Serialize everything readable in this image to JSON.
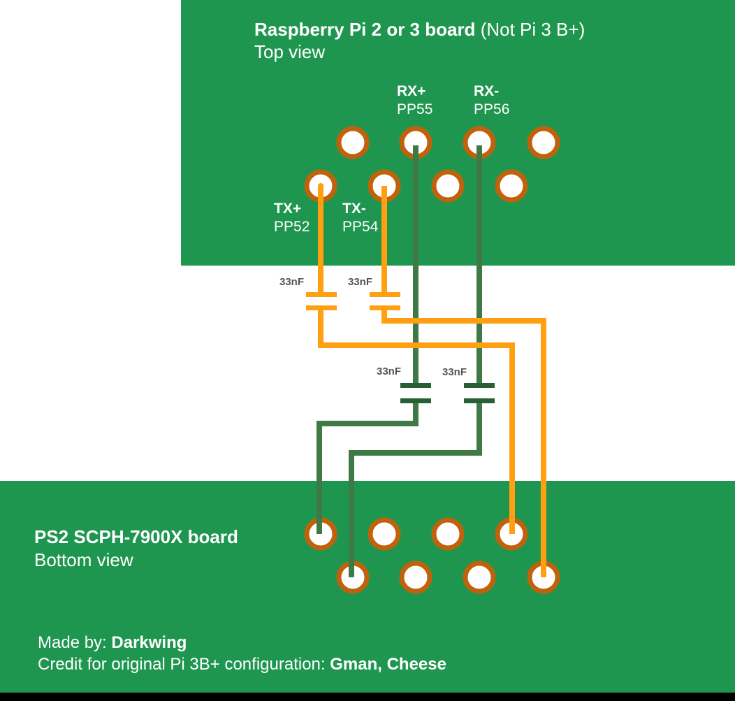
{
  "colors": {
    "board_green": "#1f9650",
    "pad_ring": "#c0620c",
    "pad_center": "#ffffff",
    "tx_wire": "#ff9f12",
    "rx_wire": "#3f7a46",
    "capacitor_tx": "#ff9f12",
    "capacitor_rx": "#2a5e33",
    "bottom_bar": "#000000",
    "cap_label": "#555555"
  },
  "pi_board": {
    "title_bold": "Raspberry Pi 2 or 3 board",
    "title_note": "(Not Pi 3 B+)",
    "subtitle": "Top view"
  },
  "ps2_board": {
    "title": "PS2 SCPH-7900X board",
    "subtitle": "Bottom view"
  },
  "pins": {
    "rx_plus": {
      "name": "RX+",
      "pp": "PP55"
    },
    "rx_minus": {
      "name": "RX-",
      "pp": "PP56"
    },
    "tx_plus": {
      "name": "TX+",
      "pp": "PP52"
    },
    "tx_minus": {
      "name": "TX-",
      "pp": "PP54"
    }
  },
  "capacitors": {
    "tx_plus": "33nF",
    "tx_minus": "33nF",
    "rx_plus": "33nF",
    "rx_minus": "33nF"
  },
  "credits": {
    "made_by_label": "Made by:",
    "made_by_name": "Darkwing",
    "credit_label": "Credit for original Pi 3B+ configuration:",
    "credit_names": "Gman, Cheese"
  }
}
